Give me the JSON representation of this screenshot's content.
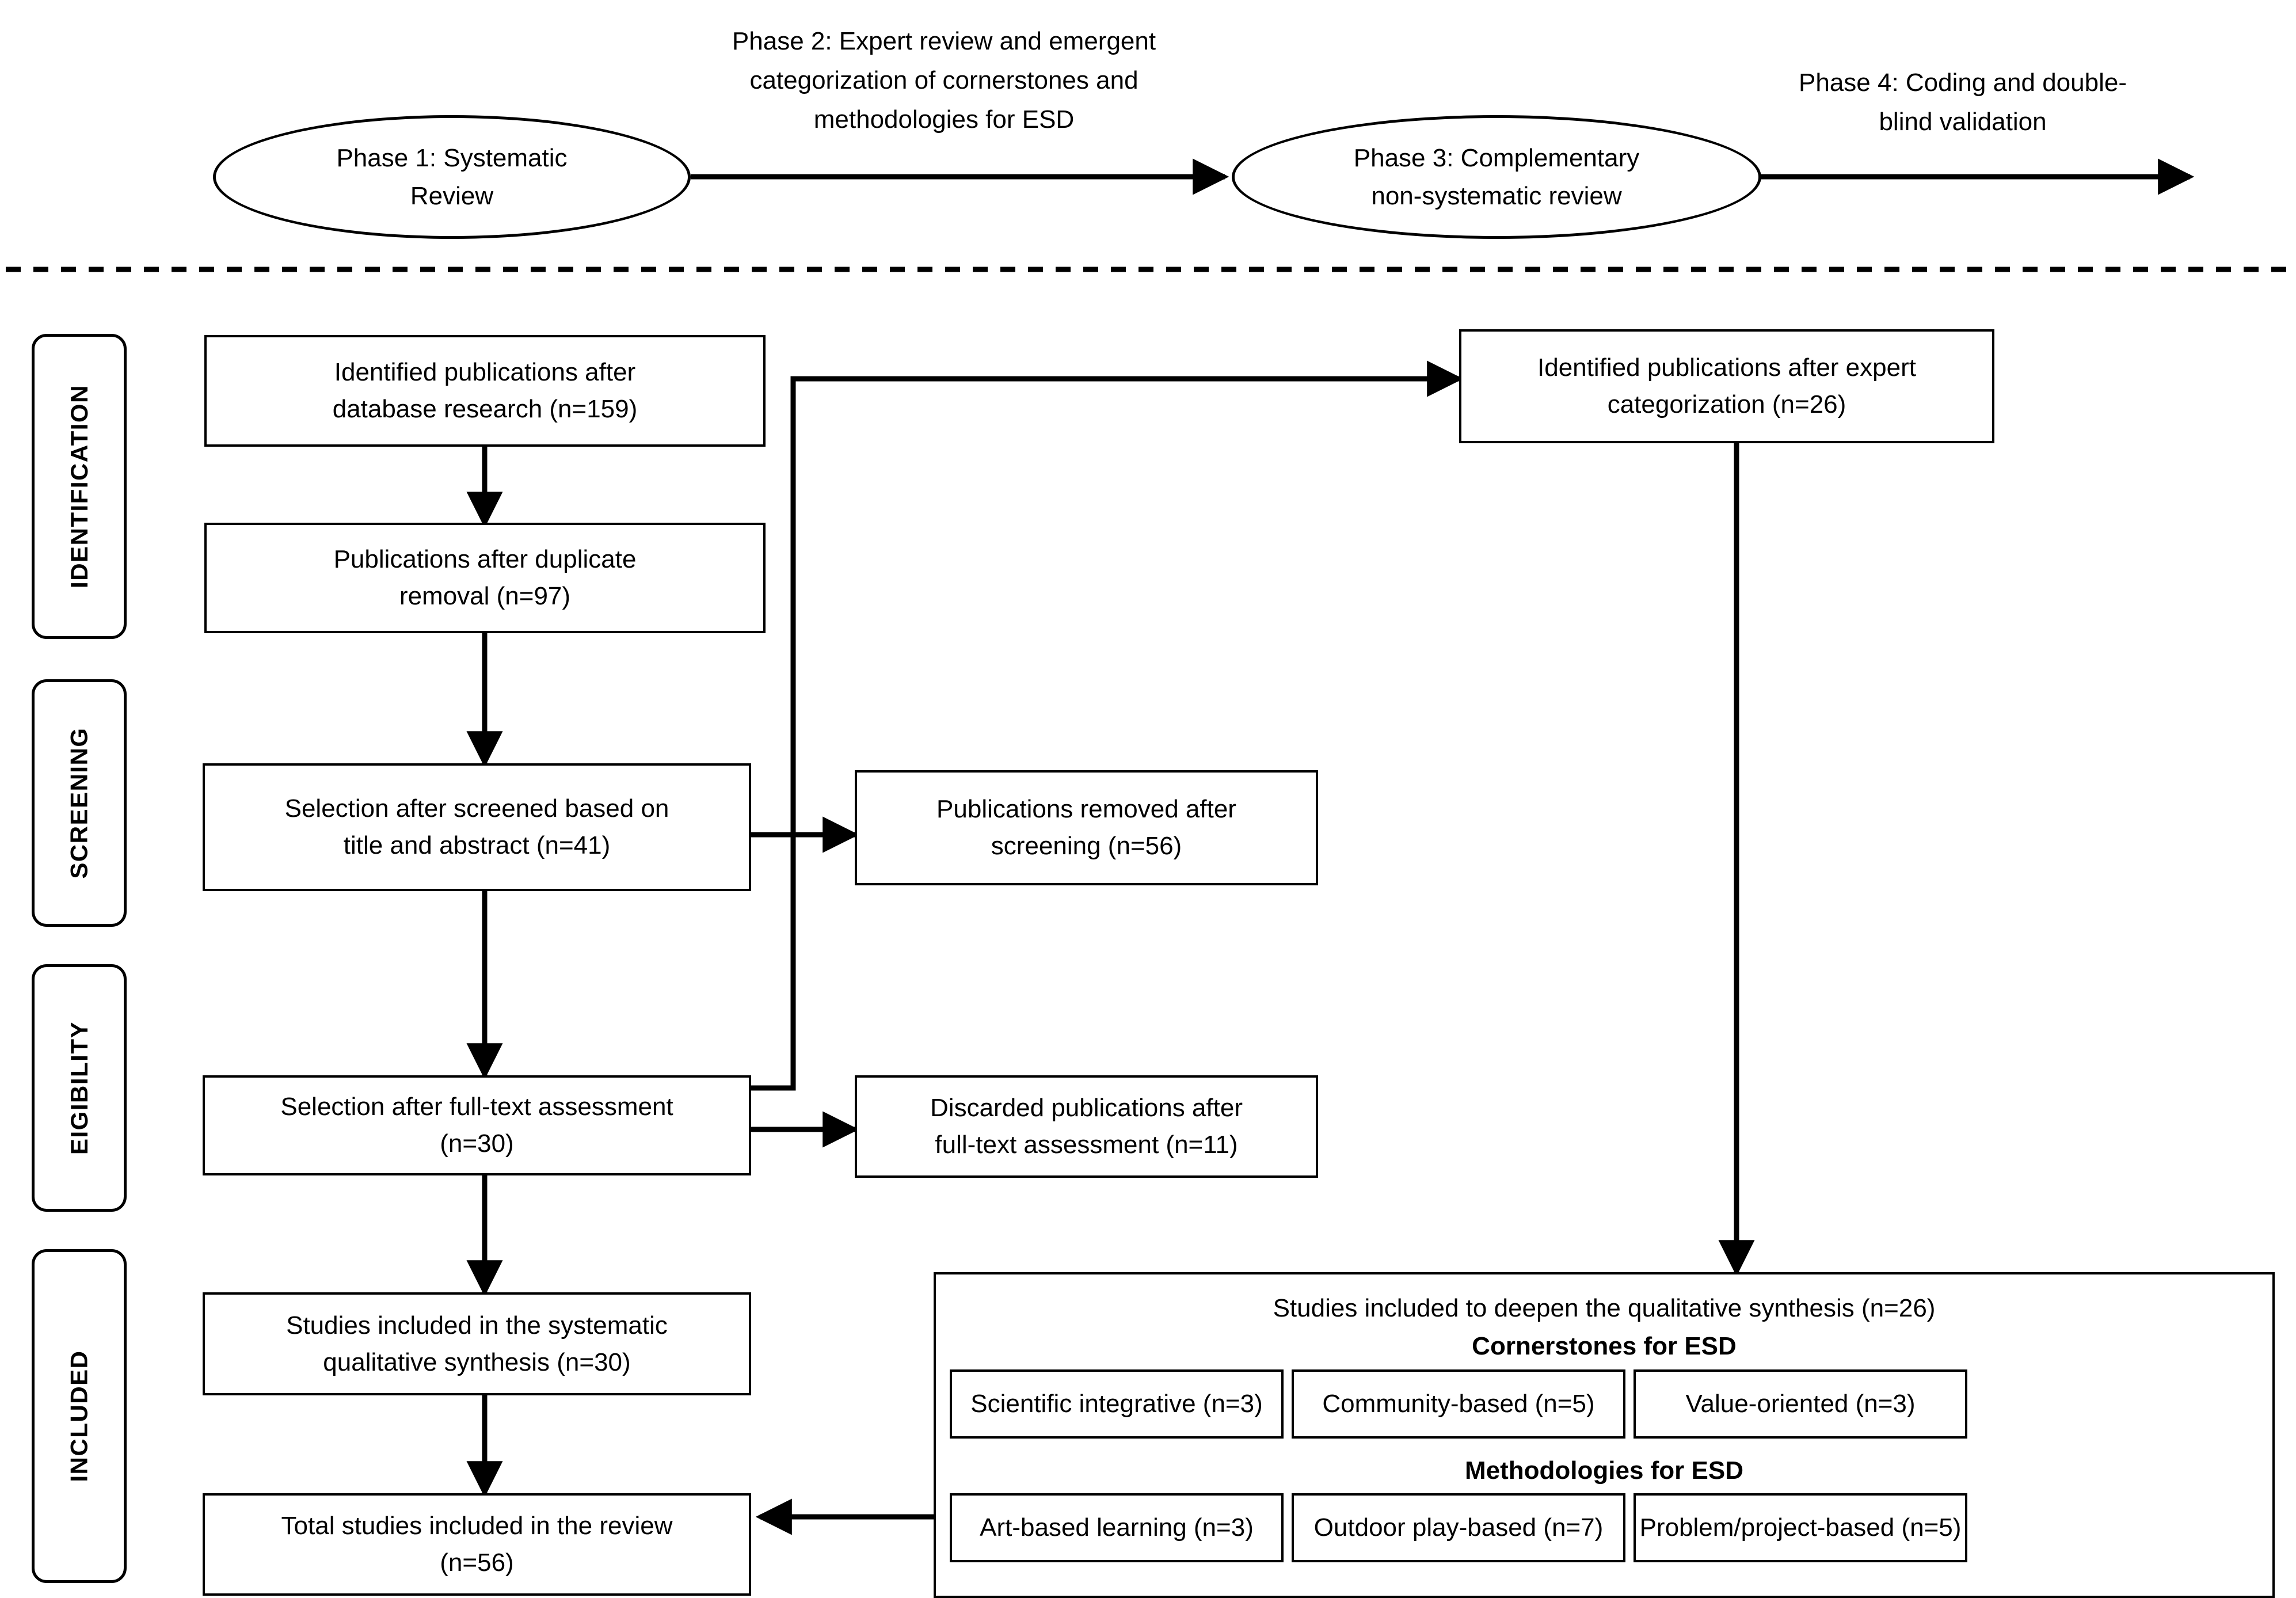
{
  "figure": {
    "type": "prisma-flow-diagram",
    "divider": "dashed-horizontal-separator"
  },
  "phases": {
    "phase1": {
      "label": "Phase 1: Systematic\nReview",
      "shape": "ellipse"
    },
    "phase2": {
      "label": "Phase 2: Expert review and emergent\ncategorization of cornerstones and\nmethodologies for ESD",
      "shape": "arrow-caption"
    },
    "phase3": {
      "label": "Phase 3: Complementary\nnon-systematic review",
      "shape": "ellipse"
    },
    "phase4": {
      "label": "Phase 4: Coding and double-\nblind validation",
      "shape": "arrow-caption"
    }
  },
  "stages": [
    {
      "key": "identification",
      "label": "IDENTIFICATION"
    },
    {
      "key": "screening",
      "label": "SCREENING"
    },
    {
      "key": "eligibility",
      "label": "EIGIBILITY"
    },
    {
      "key": "included",
      "label": "INCLUDED"
    }
  ],
  "boxes": {
    "identified_db": {
      "label": "Identified publications after\ndatabase research (n=159)",
      "n": 159
    },
    "after_duplicates": {
      "label": "Publications after duplicate\nremoval (n=97)",
      "n": 97
    },
    "screened_title_abstract": {
      "label": "Selection after screened based on\ntitle and abstract (n=41)",
      "n": 41
    },
    "removed_screening": {
      "label": "Publications removed after\nscreening (n=56)",
      "n": 56
    },
    "fulltext_selection": {
      "label": "Selection after full-text assessment\n(n=30)",
      "n": 30
    },
    "discarded_fulltext": {
      "label": "Discarded publications after\nfull-text assessment (n=11)",
      "n": 11
    },
    "included_systematic": {
      "label": "Studies included in the systematic\nqualitative synthesis (n=30)",
      "n": 30
    },
    "total_included": {
      "label": "Total studies included in the review\n(n=56)",
      "n": 56
    },
    "expert_categorization": {
      "label": "Identified publications after expert\ncategorization (n=26)",
      "n": 26
    }
  },
  "panel": {
    "title": "Studies included to deepen the qualitative synthesis (n=26)",
    "n": 26,
    "groups": [
      {
        "heading": "Cornerstones for ESD",
        "items": [
          {
            "label": "Scientific integrative (n=3)",
            "n": 3
          },
          {
            "label": "Community-based (n=5)",
            "n": 5
          },
          {
            "label": "Value-oriented (n=3)",
            "n": 3
          }
        ]
      },
      {
        "heading": "Methodologies for ESD",
        "items": [
          {
            "label": "Art-based learning (n=3)",
            "n": 3
          },
          {
            "label": "Outdoor play-based (n=7)",
            "n": 7
          },
          {
            "label": "Problem/project-based (n=5)",
            "n": 5
          }
        ]
      }
    ]
  },
  "colors": {
    "stroke": "#000000",
    "fill": "#ffffff",
    "text": "#000000"
  }
}
